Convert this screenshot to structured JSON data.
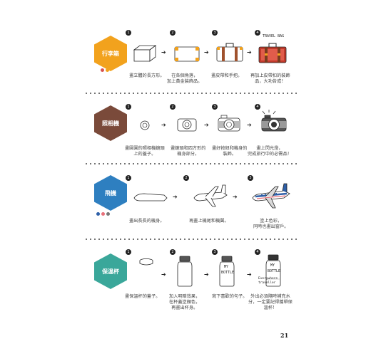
{
  "sections": [
    {
      "title": "行李箱",
      "color": "#f2a21d",
      "steps": [
        "1",
        "2",
        "3",
        "4"
      ],
      "captions": [
        "畫立體的長方形。",
        "在各個角落，\n加上黃金裝飾品。",
        "畫皮帶和手把。",
        "再加上皮帶扣的裝飾\n品，大功告成！"
      ],
      "swatches": [
        "#d9534f",
        "#f2a21d"
      ],
      "handwriting": "TRAVEL BAG"
    },
    {
      "title": "照相機",
      "color": "#7a4a3a",
      "steps": [
        "1",
        "2",
        "3",
        "4"
      ],
      "captions": [
        "畫圓圓的照相機鏡頭\n上的蓋子。",
        "畫鏡頭和四方形的\n機身部分。",
        "畫好按鈕和機身的\n裝飾。",
        "畫上閃光燈，\n完成旅行中的必需品！"
      ]
    },
    {
      "title": "飛機",
      "color": "#2e7fc0",
      "steps": [
        "1",
        "2",
        "3"
      ],
      "captions": [
        "畫出長長的機身。",
        "再畫上機尾和機翼。",
        "塗上色彩，\n同時也畫出窗戶。"
      ],
      "swatches": [
        "#2e5fa8",
        "#e8707a",
        "#777777"
      ]
    },
    {
      "title": "保溫杯",
      "color": "#3aa79a",
      "steps": [
        "1",
        "2",
        "3",
        "4"
      ],
      "captions": [
        "畫保溫杯的蓋子。",
        "加入明暗效果，\n在杯蓋塗顏色，\n再畫出杯身。",
        "寫下喜歡的句子。",
        "外出必須隨時補充水\n分，一定要記得攜帶保\n溫杯！"
      ],
      "bottle_text": [
        "MY",
        "BOTTLE"
      ],
      "handwriting": "Everywhere\ntraveller"
    }
  ],
  "page_number": "21"
}
